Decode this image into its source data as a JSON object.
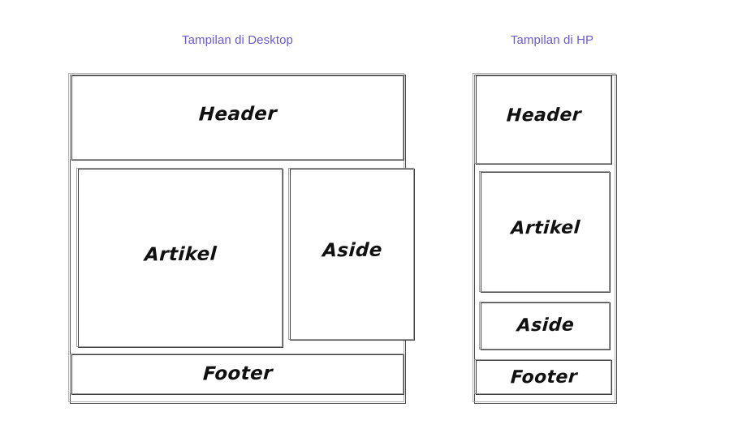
{
  "page": {
    "background_color": "#ffffff",
    "caption_color": "#6a5bd4",
    "stroke_color": "#3c3c3c",
    "label_color": "#101010"
  },
  "diagrams": [
    {
      "id": "desktop",
      "caption": "Tampilan di Desktop",
      "regions": [
        {
          "name": "header",
          "label": "Header"
        },
        {
          "name": "article",
          "label": "Artikel"
        },
        {
          "name": "aside",
          "label": "Aside"
        },
        {
          "name": "footer",
          "label": "Footer"
        }
      ]
    },
    {
      "id": "mobile",
      "caption": "Tampilan di HP",
      "regions": [
        {
          "name": "header",
          "label": "Header"
        },
        {
          "name": "article",
          "label": "Artikel"
        },
        {
          "name": "aside",
          "label": "Aside"
        },
        {
          "name": "footer",
          "label": "Footer"
        }
      ]
    }
  ]
}
